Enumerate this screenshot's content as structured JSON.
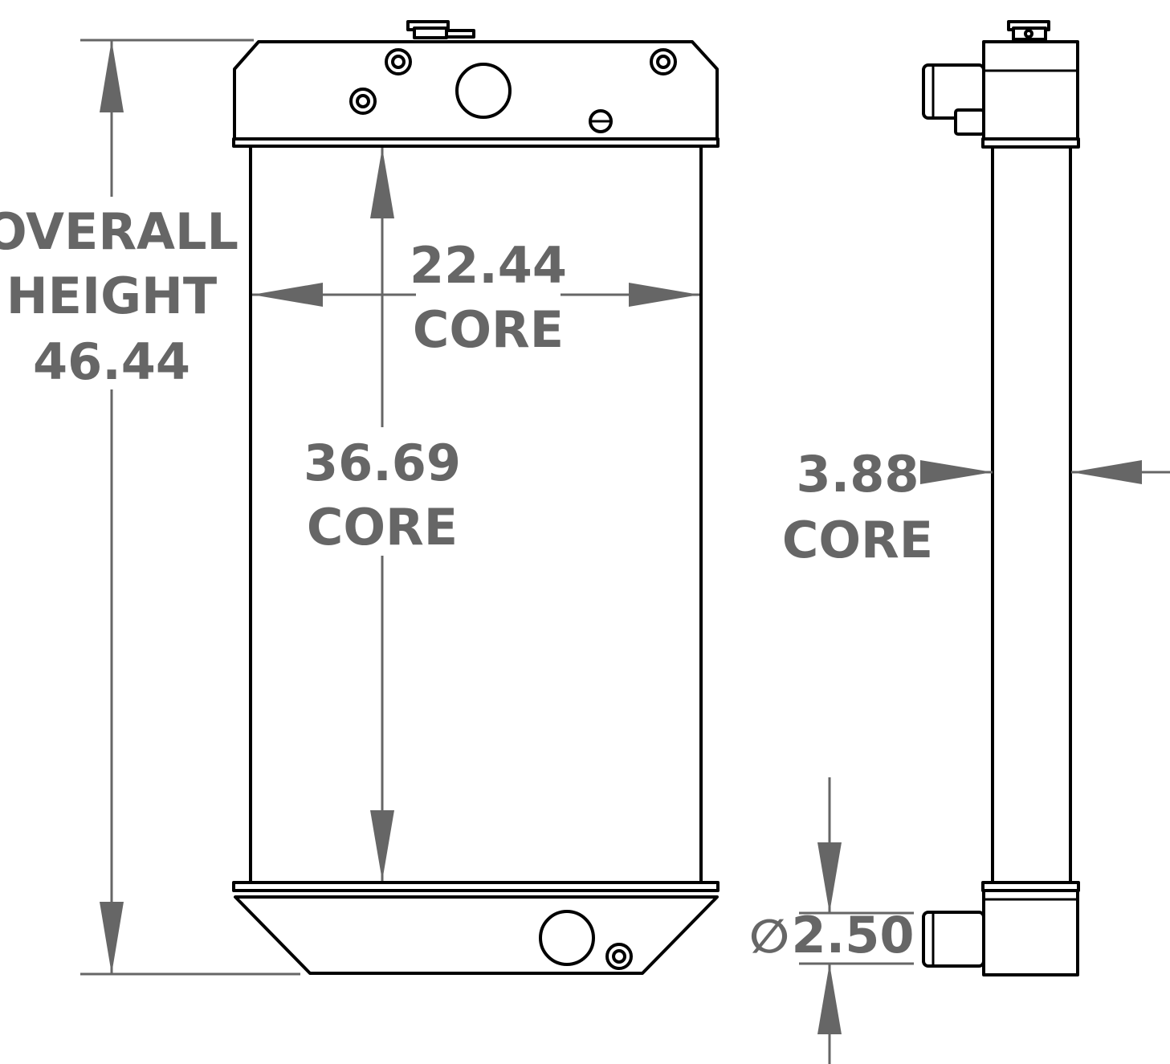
{
  "overall_height": {
    "line1": "OVERALL",
    "line2": "HEIGHT",
    "value": "46.44"
  },
  "core_width": {
    "value": "22.44",
    "label": "CORE"
  },
  "core_height": {
    "value": "36.69",
    "label": "CORE"
  },
  "core_depth": {
    "value": "3.88",
    "label": "CORE"
  },
  "outlet_diameter": {
    "symbol": "∅",
    "value": "2.50"
  },
  "colors": {
    "dimension": "#666666",
    "outline": "#000000"
  }
}
